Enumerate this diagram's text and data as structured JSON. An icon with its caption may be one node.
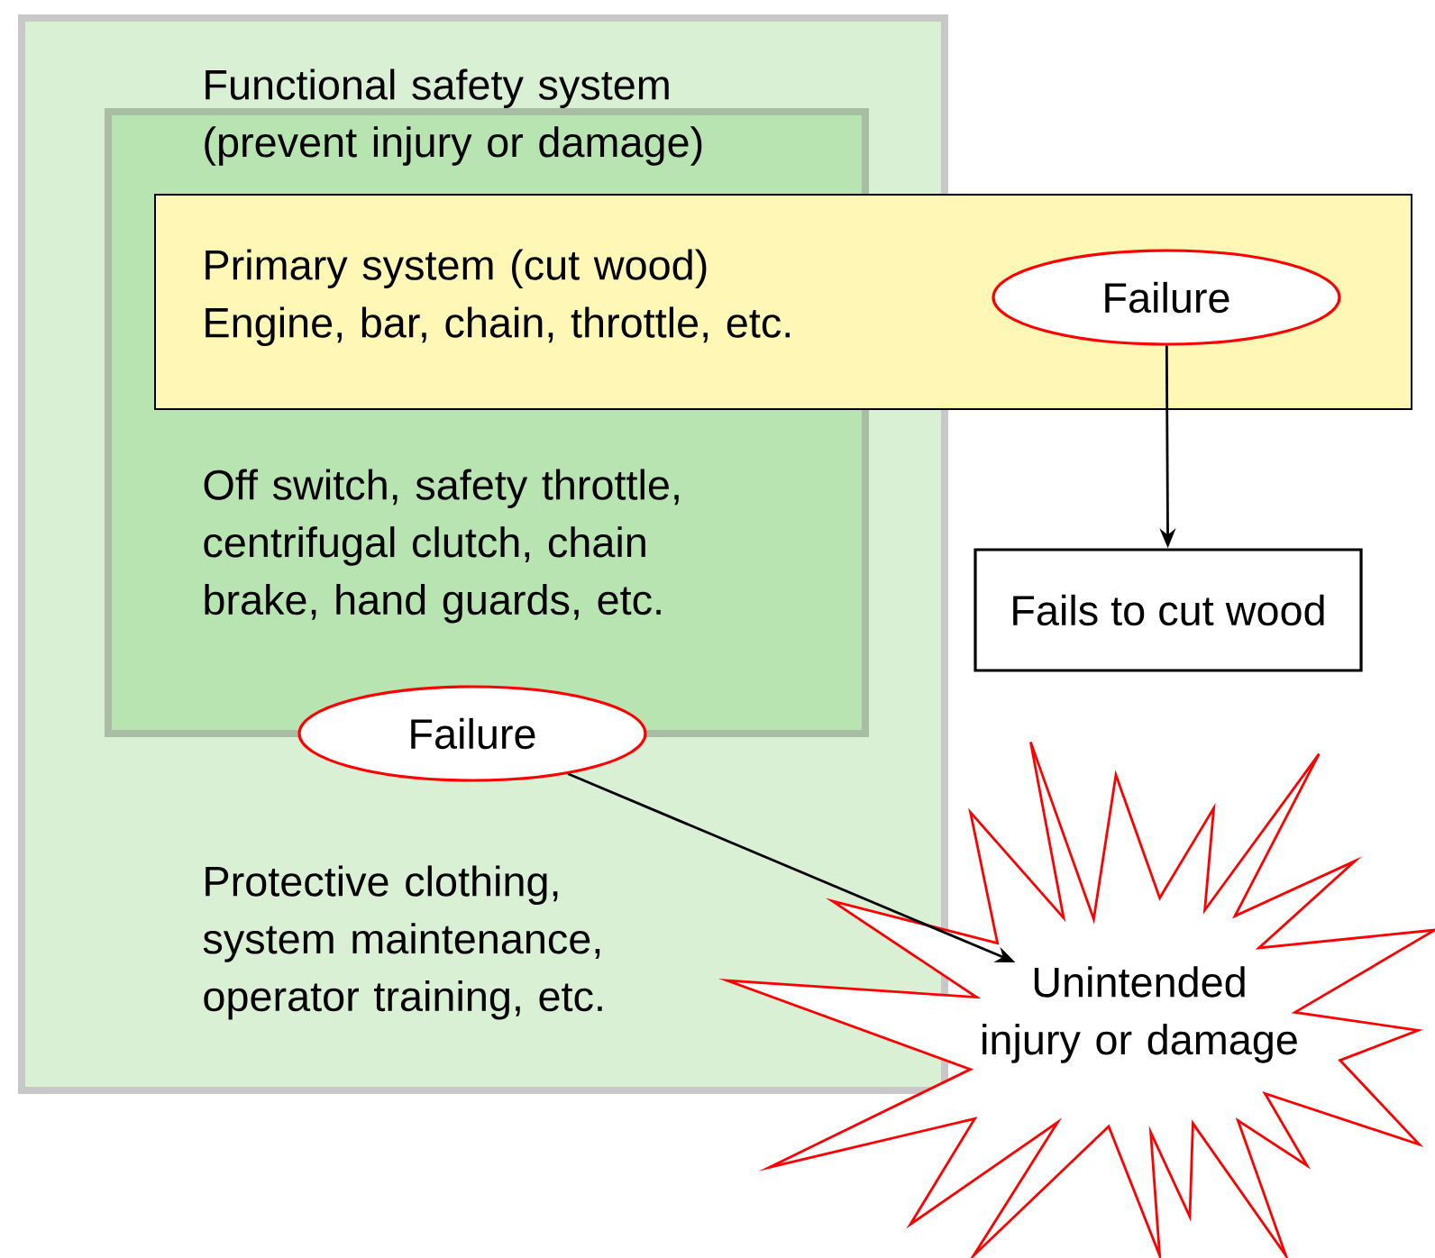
{
  "diagram": {
    "nodes": [
      {
        "text": [
          "Protective clothing, system maintenance, operator training, etc."
        ]
      },
      {
        "text": [
          "Functional safety system (prevent injury or damage)",
          "Off switch, safety throttle, centrifugal clutch, chain brake, hand guards, etc."
        ],
        "in": 0
      },
      {
        "text": [
          "Primary system (cut wood)",
          "Engine, bar, chain, throttle, etc."
        ]
      },
      {
        "text": [
          "Failure"
        ],
        "in": 2
      },
      {
        "text": [
          "Fails to cut wood"
        ]
      },
      {
        "text": [
          "Failure"
        ],
        "in": 0
      },
      {
        "text": [
          "Unintended injury or damage"
        ]
      }
    ],
    "edges": [
      {
        "from": 3,
        "to": 4,
        "arrow": "to"
      },
      {
        "from": 5,
        "to": 6,
        "arrow": "to"
      }
    ]
  }
}
